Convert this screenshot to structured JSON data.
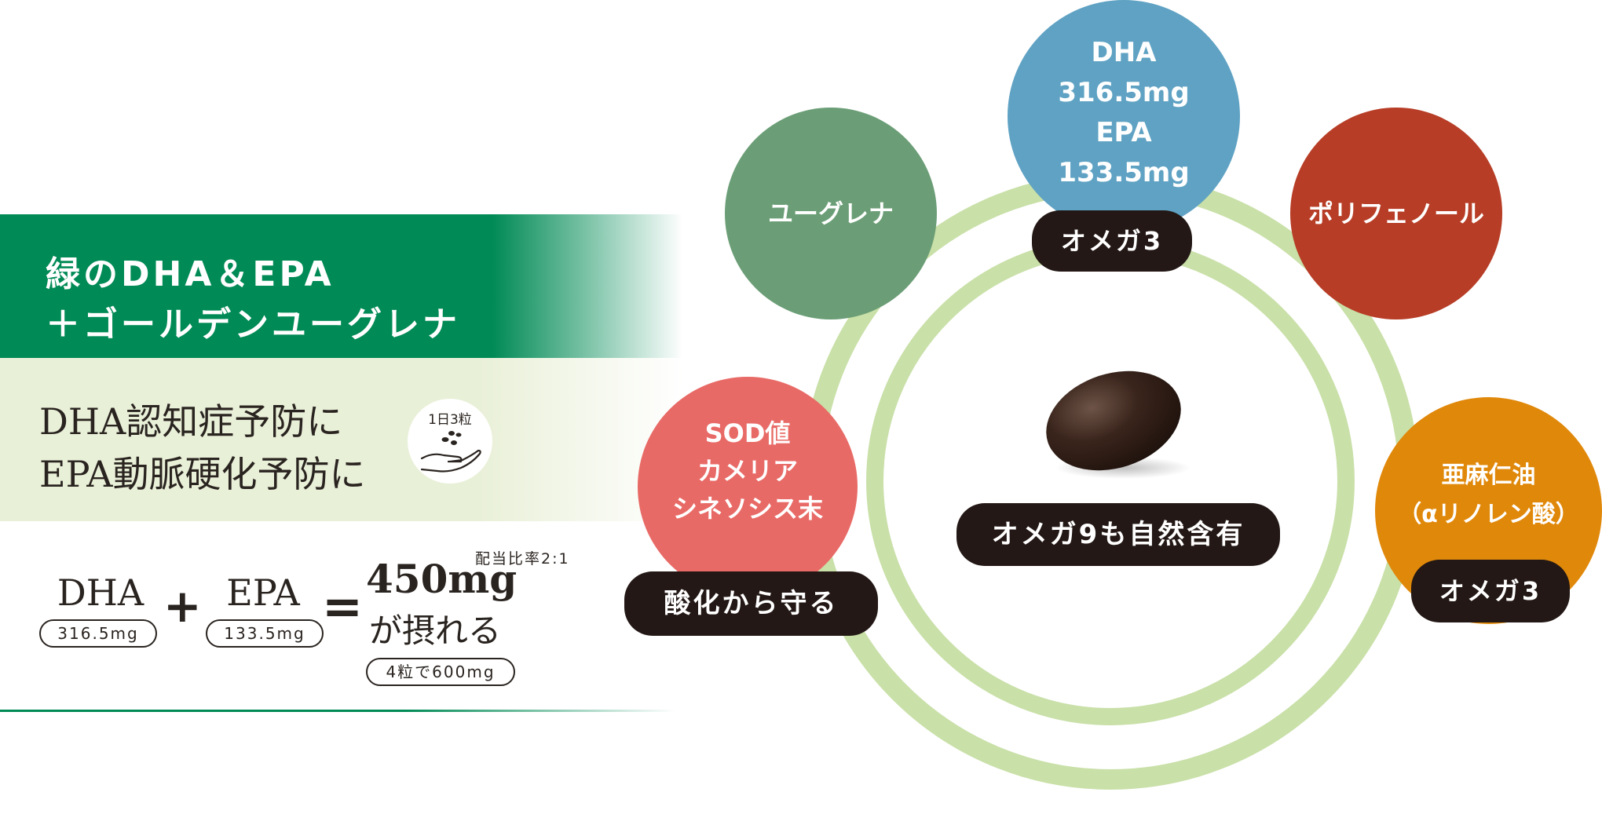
{
  "colors": {
    "green_brand": "#008a55",
    "pale_green_band": "#e9f0d8",
    "ring": "#c9e0a8",
    "euglena": "#6b9e76",
    "dha_epa": "#5fa2c3",
    "polyphenol": "#b73d26",
    "sod": "#e86a66",
    "flax": "#e0880a",
    "dark_tag": "#231815"
  },
  "title": {
    "line1": "緑のDHA＆EPA",
    "line2": "＋ゴールデンユーグレナ"
  },
  "prevention": {
    "line1": "DHA認知症予防に",
    "line2": "EPA動脈硬化予防に"
  },
  "dose": {
    "label": "1日3粒",
    "icon": "hand-with-capsules-icon"
  },
  "formula": {
    "dha_label": "DHA",
    "dha_amount": "316.5mg",
    "plus": "+",
    "epa_label": "EPA",
    "epa_amount": "133.5mg",
    "equals": "=",
    "ratio": "配当比率2:1",
    "total": "450mg",
    "total_suffix": "が摂れる",
    "per_four": "4粒で600mg"
  },
  "diagram": {
    "euglena": "ユーグレナ",
    "dha_epa": "DHA\n316.5mg\nEPA\n133.5mg",
    "dha_epa_tag": "オメガ3",
    "polyphenol": "ポリフェノール",
    "sod": "SOD値\nカメリア\nシネソシス末",
    "sod_tag": "酸化から守る",
    "flax": "亜麻仁油\n（αリノレン酸）",
    "flax_tag": "オメガ3",
    "center_tag": "オメガ9も自然含有",
    "center_icon": "capsule-icon"
  }
}
